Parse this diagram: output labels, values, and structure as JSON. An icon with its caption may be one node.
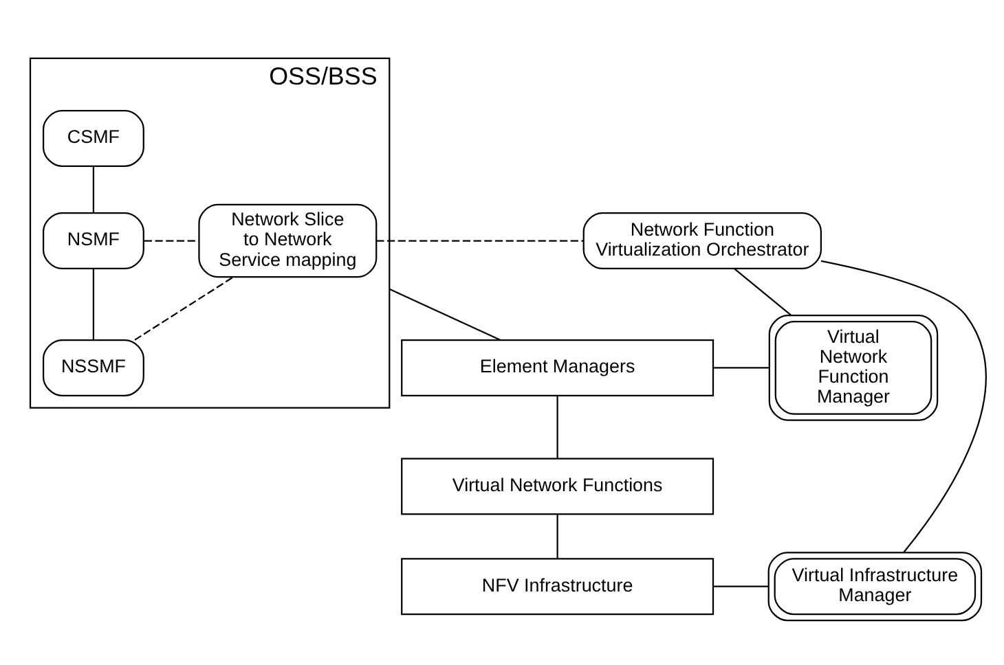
{
  "diagram": {
    "nodes": [
      {
        "text": [
          "OSS/BSS"
        ]
      },
      {
        "text": [
          "CSMF"
        ],
        "in": 0
      },
      {
        "text": [
          "NSMF"
        ],
        "in": 0
      },
      {
        "text": [
          "NSSMF"
        ],
        "in": 0
      },
      {
        "text": [
          "Network Slice to Network Service mapping"
        ],
        "in": 0
      },
      {
        "text": [
          "Network Function Virtualization Orchestrator"
        ]
      },
      {
        "text": [
          "Element Managers"
        ]
      },
      {
        "text": [
          "Virtual Network Function Manager"
        ]
      },
      {
        "text": [
          "Virtual Network Functions"
        ]
      },
      {
        "text": [
          "NFV Infrastructure"
        ]
      },
      {
        "text": [
          "Virtual Infrastructure Manager"
        ]
      }
    ],
    "edges": [
      {
        "from": 1,
        "to": 2,
        "arrow": "none"
      },
      {
        "from": 2,
        "to": 3,
        "arrow": "none"
      },
      {
        "from": 2,
        "to": 4,
        "arrow": "none",
        "style": "dashed"
      },
      {
        "from": 3,
        "to": 4,
        "arrow": "none",
        "style": "dashed"
      },
      {
        "from": 4,
        "to": 5,
        "arrow": "none",
        "style": "dashed"
      },
      {
        "from": 5,
        "to": 7,
        "arrow": "none"
      },
      {
        "from": 5,
        "to": 10,
        "arrow": "none"
      },
      {
        "from": 0,
        "to": 6,
        "arrow": "none"
      },
      {
        "from": 6,
        "to": 7,
        "arrow": "none"
      },
      {
        "from": 6,
        "to": 8,
        "arrow": "none"
      },
      {
        "from": 8,
        "to": 9,
        "arrow": "none"
      },
      {
        "from": 9,
        "to": 10,
        "arrow": "none"
      }
    ]
  }
}
